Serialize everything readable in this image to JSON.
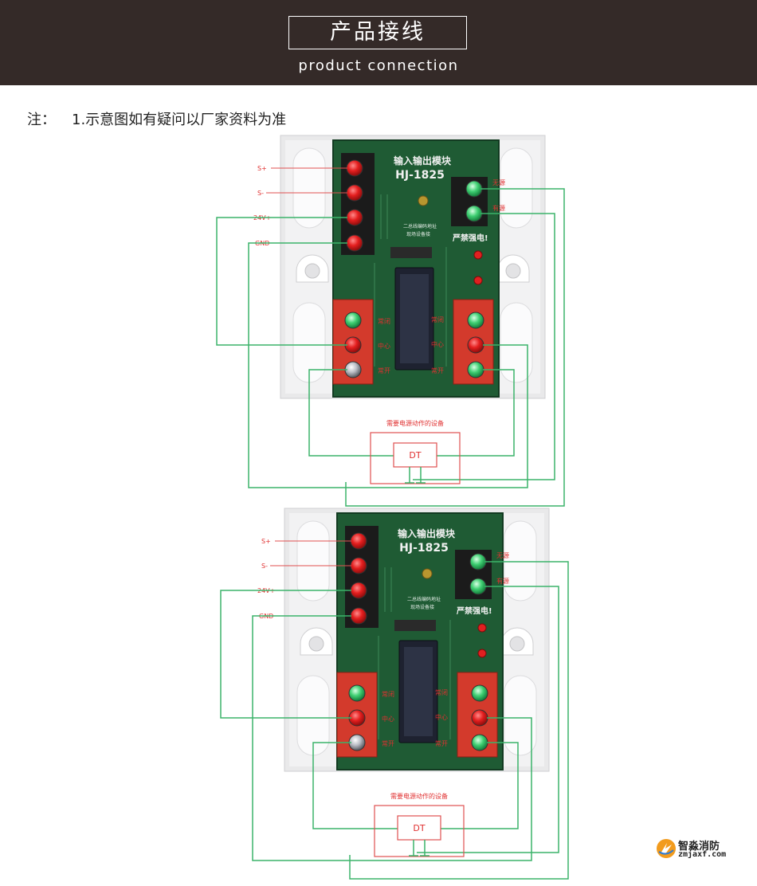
{
  "header": {
    "title": "产品接线",
    "subtitle": "product connection"
  },
  "note": {
    "label": "注：",
    "text": "1.示意图如有疑问以厂家资料为准"
  },
  "diagram": {
    "module_name": "输入输出模块",
    "model": "HJ-1825",
    "terminal_labels": [
      "S+",
      "S-",
      "24V+",
      "GND"
    ],
    "feedback_labels": [
      "无源",
      "有源"
    ],
    "relay_labels": [
      "常闭",
      "中心",
      "常开"
    ],
    "pcb_warning": "严禁强电!",
    "pcb_small_text": [
      "二总线编码地址",
      "现场设备接"
    ],
    "device_caption": "需要电源动作的设备",
    "device_label": "DT"
  },
  "logo": {
    "name": "智淼消防",
    "url": "zmjaxf.com"
  },
  "colors": {
    "header_bg": "#342a28",
    "wire_green": "#3bb36a",
    "label_red": "#e03030",
    "pcb_green": "#1f5b34",
    "terminal_red": "#d33a2c"
  }
}
